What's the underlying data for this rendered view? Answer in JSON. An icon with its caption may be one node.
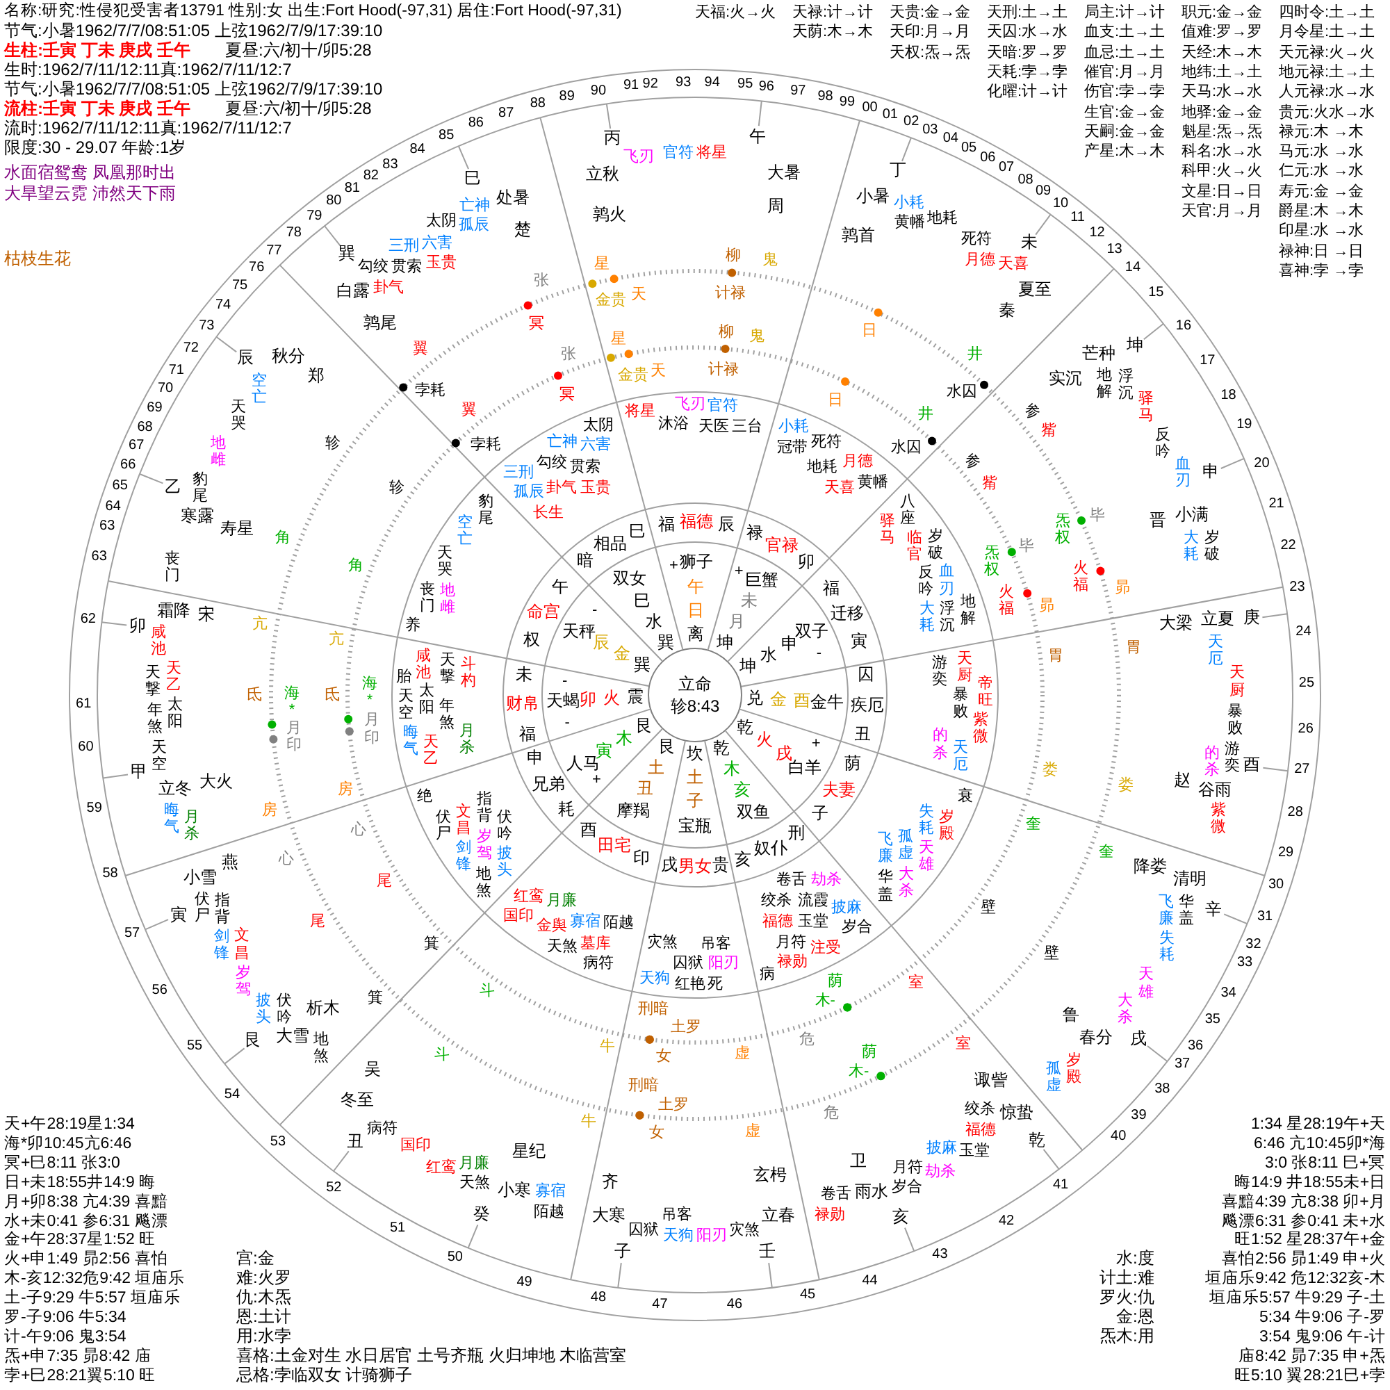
{
  "diagram": {
    "nodes": [
      {
        "text": [
          "立命",
          "轸8:43"
        ]
      }
    ],
    "labels": [
      "名称:研究:性侵犯受害者13791 性别:女 出生:Fort Hood(-97,31) 居住:Fort Hood(-97,31)",
      "节气:小暑1962/7/7/08:51:05 上弦1962/7/9/17:39:10",
      "生柱:壬寅 丁未 庚戌 壬午",
      "夏昼:六/初十/卯5:28",
      "生时:1962/7/11/12:11真:1962/7/11/12:7",
      "节气:小暑1962/7/7/08:51:05 上弦1962/7/9/17:39:10",
      "流柱:壬寅 丁未 庚戌 壬午",
      "夏昼:六/初十/卯5:28",
      "流时:1962/7/11/12:11真:1962/7/11/12:7",
      "限度:30 - 29.07 年龄:1岁",
      "水面宿鸳鸯 凤凰那时出",
      "大旱望云霓 沛然天下雨",
      "枯枝生花",
      "天福:火→火",
      "天禄:计→计",
      "天贵:金→金",
      "天刑:土→土",
      "局主:计→计",
      "职元:金→金",
      "四时令:土→土",
      "天荫:木→木",
      "天印:月→月",
      "天囚:水→水",
      "血支:土→土",
      "值难:罗→罗",
      "月令星:土→土",
      "天权:炁→炁",
      "天暗:罗→罗",
      "血忌:土→土",
      "天经:木→木",
      "天元禄:火→火",
      "天耗:孛→孛",
      "催官:月→月",
      "地纬:土→土",
      "地元禄:土→土",
      "化曜:计→计",
      "伤官:孛→孛",
      "天马:水→水",
      "人元禄:水→水",
      "生官:金→金",
      "地驿:金→金",
      "贵元:火水→水",
      "天嗣:金→金",
      "魁星:炁→炁",
      "禄元:木 →木",
      "产星:木→木",
      "科名:水→水",
      "马元:水 →水",
      "科甲:火→火",
      "仁元:水 →水",
      "文星:日→日",
      "寿元:金 →金",
      "天官:月→月",
      "爵星:木 →木",
      "印星:水 →水",
      "禄神:日 →日",
      "喜神:孛 →孛",
      "天+午28:19星1:34",
      "海*卯10:45亢6:46",
      "冥+巳8:11 张3:0",
      "日+未18:55井14:9 晦",
      "月+卯8:38 亢4:39 喜黯",
      "水+未0:41 参6:31 飚漂",
      "金+午28:37星1:52 旺",
      "火+申1:49 昴2:56 喜怕",
      "木-亥12:32危9:42 垣庙乐",
      "土-子9:29 牛5:57 垣庙乐",
      "罗-子9:06 牛5:34",
      "计-午9:06 鬼3:54",
      "炁+申7:35 昴8:42 庙",
      "孛+巳28:21翼5:10 旺",
      "1:34 星28:19午+天",
      "6:46 亢10:45卯*海",
      "3:0 张8:11 巳+冥",
      "晦14:9 井18:55未+日",
      "喜黯4:39 亢8:38 卯+月",
      "飚漂6:31 参0:41 未+水",
      "旺1:52 星28:37午+金",
      "喜怕2:56 昴1:49 申+火",
      "垣庙乐9:42 危12:32亥-木",
      "垣庙乐5:57 牛9:29 子-土",
      "5:34 牛9:06 子-罗",
      "3:54 鬼9:06 午-计",
      "庙8:42 昴7:35 申+炁",
      "旺5:10 翼28:21巳+孛",
      "宫:金",
      "难:火罗",
      "仇:木炁",
      "恩:土计",
      "用:水孛",
      "喜格:土金对生 水日居官 土号齐瓶 火归坤地 木临营室",
      "忌格:孛临双女 计骑狮子",
      "水:度",
      "计土:难",
      "罗火:仇",
      "金:恩",
      "炁木:用",
      "00",
      "01",
      "02",
      "03",
      "04",
      "05",
      "06",
      "07",
      "08",
      "09",
      "10",
      "11",
      "12",
      "13",
      "14",
      "15",
      "16",
      "17",
      "18",
      "19",
      "20",
      "21",
      "22",
      "23",
      "24",
      "25",
      "26",
      "27",
      "28",
      "29",
      "30",
      "31",
      "32",
      "33",
      "34",
      "35",
      "36",
      "37",
      "38",
      "39",
      "40",
      "41",
      "42",
      "43",
      "44",
      "45",
      "46",
      "47",
      "48",
      "49",
      "50",
      "51",
      "52",
      "53",
      "54",
      "55",
      "56",
      "57",
      "58",
      "59",
      "60",
      "61",
      "62",
      "63",
      "63",
      "64",
      "65",
      "66",
      "67",
      "68",
      "69",
      "70",
      "71",
      "72",
      "73",
      "74",
      "75",
      "76",
      "77",
      "78",
      "79",
      "80",
      "81",
      "82",
      "83",
      "84",
      "85",
      "86",
      "87",
      "88",
      "89",
      "90",
      "91",
      "92",
      "93",
      "94",
      "95",
      "96",
      "97",
      "98",
      "99",
      "丙",
      "午",
      "丁",
      "未",
      "坤",
      "申",
      "庚",
      "酉",
      "辛",
      "戌",
      "乾",
      "亥",
      "壬",
      "子",
      "癸",
      "丑",
      "艮",
      "寅",
      "甲",
      "卯",
      "乙",
      "辰",
      "巽",
      "巳",
      "立秋",
      "大暑",
      "小暑",
      "夏至",
      "芒种",
      "小满",
      "立夏",
      "谷雨",
      "清明",
      "春分",
      "惊蛰",
      "雨水",
      "立春",
      "大寒",
      "小寒",
      "冬至",
      "大雪",
      "小雪",
      "立冬",
      "霜降",
      "寒露",
      "秋分",
      "白露",
      "处暑",
      "周",
      "秦",
      "晋",
      "赵",
      "鲁",
      "卫",
      "齐",
      "吴",
      "燕",
      "宋",
      "郑",
      "楚",
      "鹑火",
      "鹑首",
      "实沉",
      "大梁",
      "降娄",
      "诹訾",
      "玄枵",
      "星纪",
      "析木",
      "大火",
      "寿星",
      "鹑尾",
      "离",
      "日",
      "午",
      "坤",
      "月",
      "未",
      "坤",
      "水",
      "申",
      "兑",
      "金",
      "酉",
      "乾",
      "火",
      "戌",
      "乾",
      "木",
      "亥",
      "坎",
      "土",
      "子",
      "艮",
      "土",
      "丑",
      "艮",
      "木",
      "寅",
      "震",
      "火",
      "卯",
      "巽",
      "金",
      "辰",
      "巽",
      "水",
      "巳",
      "狮子",
      "巨蟹",
      "双子",
      "金牛",
      "白羊",
      "双鱼",
      "宝瓶",
      "摩羯",
      "人马",
      "天蝎",
      "天秤",
      "双女",
      "+",
      "+",
      "-",
      "+",
      "+",
      "-",
      "-",
      "-",
      "福",
      "福德",
      "辰",
      "禄",
      "官禄",
      "卯",
      "福",
      "迁移",
      "寅",
      "囚",
      "疾厄",
      "丑",
      "荫",
      "夫妻",
      "子",
      "刑",
      "奴仆",
      "亥",
      "贵",
      "男女",
      "戌",
      "印",
      "田宅",
      "酉",
      "耗",
      "兄弟",
      "申",
      "福",
      "财帛",
      "未",
      "权",
      "命宫",
      "午",
      "暗",
      "相品",
      "巳",
      "飞刃",
      "官符",
      "将星",
      "三台",
      "沐浴",
      "天医",
      "小耗",
      "死符",
      "月德",
      "黄幡",
      "冠带",
      "地耗",
      "天喜",
      "地解",
      "岁破",
      "八座",
      "血刃",
      "临官",
      "浮沉",
      "反吟",
      "驿马",
      "大耗",
      "帝旺",
      "紫微",
      "天厄",
      "天厨",
      "暴败",
      "的杀",
      "游奕",
      "衰",
      "岁殿",
      "天雄",
      "大杀",
      "华盖",
      "失耗",
      "孤虚",
      "飞廉",
      "病",
      "禄勋",
      "注受",
      "岁合",
      "月符",
      "披麻",
      "玉堂",
      "福德",
      "流霞",
      "劫杀",
      "绞杀",
      "卷舌",
      "红艳",
      "死",
      "天狗",
      "阳刃",
      "囚狱",
      "灾煞",
      "吊客",
      "病符",
      "天煞",
      "国印",
      "金舆",
      "墓库",
      "红鸾",
      "寡宿",
      "月廉",
      "陌越",
      "绝",
      "伏尸",
      "剑锋",
      "地煞",
      "文昌",
      "岁驾",
      "披头",
      "指背",
      "伏吟",
      "胎",
      "天空",
      "晦气",
      "咸池",
      "天乙",
      "太阳",
      "天撃",
      "年煞",
      "月杀",
      "斗杓",
      "养",
      "丧门",
      "天哭",
      "空亡",
      "豹尾",
      "地雌",
      "太阴",
      "亡神",
      "三刑",
      "勾绞",
      "六害",
      "孤辰",
      "贯索",
      "卦气",
      "长生",
      "玉贵",
      "计禄",
      "日",
      "水囚",
      "炁权",
      "火福",
      "荫",
      "木-",
      "刑暗",
      "土罗",
      "月印",
      "海*",
      "孛耗",
      "冥",
      "金贵",
      "天",
      "柳",
      "鬼",
      "井",
      "参",
      "觜",
      "毕",
      "昴",
      "胃",
      "娄",
      "奎",
      "壁",
      "室",
      "危",
      "虚",
      "女",
      "牛",
      "斗",
      "箕",
      "尾",
      "心",
      "房",
      "氐",
      "亢",
      "角",
      "轸",
      "翼",
      "张",
      "星",
      "计禄",
      "日",
      "水囚",
      "炁权",
      "火福",
      "荫",
      "木-",
      "刑暗",
      "土罗",
      "月印",
      "海*",
      "孛耗",
      "冥",
      "金贵",
      "天",
      "柳",
      "鬼",
      "井",
      "参",
      "觜",
      "毕",
      "昴",
      "胃",
      "娄",
      "奎",
      "壁",
      "室",
      "危",
      "虚",
      "女",
      "牛",
      "斗",
      "箕",
      "尾",
      "心",
      "房",
      "氐",
      "亢",
      "角",
      "轸",
      "翼",
      "张",
      "星",
      "官符",
      "将星",
      "飞刃",
      "小耗",
      "地耗",
      "死符",
      "天喜",
      "月德",
      "黄幡",
      "岁破",
      "血刃",
      "驿马",
      "浮沉",
      "反吟",
      "大耗",
      "地解",
      "天厨",
      "暴败",
      "游奕",
      "紫微",
      "天厄",
      "的杀",
      "华盖",
      "失耗",
      "天雄",
      "大杀",
      "岁殿",
      "孤虚",
      "飞廉",
      "禄勋",
      "岁合",
      "劫杀",
      "玉堂",
      "福德",
      "卷舌",
      "月符",
      "披麻",
      "绞杀",
      "天狗",
      "阳刃",
      "囚狱",
      "灾煞",
      "吊客",
      "陌越",
      "红鸾",
      "天煞",
      "病符",
      "国印",
      "月廉",
      "寡宿",
      "伏尸",
      "剑锋",
      "岁驾",
      "披头",
      "指背",
      "文昌",
      "伏吟",
      "地煞",
      "天撃",
      "年煞",
      "咸池",
      "天空",
      "晦气",
      "天乙",
      "太阳",
      "月杀",
      "丧门",
      "豹尾",
      "地雌",
      "天哭",
      "空亡",
      "太阴",
      "亡神",
      "勾绞",
      "三刑",
      "六害",
      "孤辰",
      "贯索",
      "卦气",
      "玉贵"
    ]
  }
}
